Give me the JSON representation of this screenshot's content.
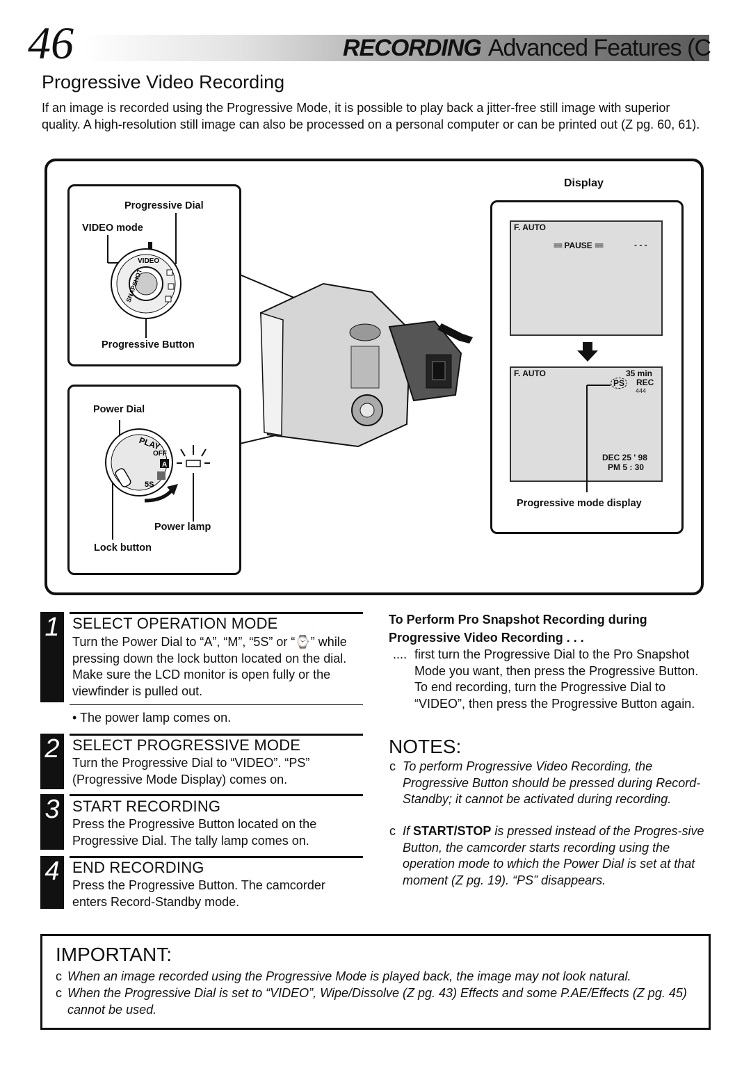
{
  "header": {
    "page_number": "46",
    "title_bold": "RECORDING",
    "title_rest": "Advanced Features (C"
  },
  "section_title": "Progressive Video Recording",
  "intro": "If an image is recorded using the Progressive Mode, it is possible to play back a jitter-free still image with superior quality. A high-resolution still image can also be processed on a personal computer or can be printed out (Z pg. 60, 61).",
  "figure": {
    "progressive_dial_label": "Progressive Dial",
    "video_mode_label": "VIDEO mode",
    "progressive_button_label": "Progressive Button",
    "power_dial_label": "Power Dial",
    "power_lamp_label": "Power lamp",
    "lock_button_label": "Lock button",
    "display_label": "Display",
    "progressive_mode_display_label": "Progressive mode display",
    "dial_text_video": "VIDEO",
    "dial_text_snapshot": "SNAPSHOT",
    "dial_text_play": "PLAY",
    "dial_text_off": "OFF",
    "dial_text_5s": "5S",
    "screen1": {
      "mode": "F. AUTO",
      "status": "PAUSE",
      "dashes": "- - -"
    },
    "screen2": {
      "mode": "F. AUTO",
      "time_left": "35 min",
      "ps": "PS",
      "rec": "REC",
      "counter": "444",
      "date": "DEC 25 ' 98",
      "time": "PM 5 : 30"
    }
  },
  "steps": [
    {
      "num": "1",
      "title": "SELECT OPERATION MODE",
      "body": "Turn the Power Dial to “A”, “M”, “5S” or “⌚” while pressing down the lock button located on the dial. Make sure the LCD monitor is open fully or the viewfinder is pulled out.",
      "bullet": "• The power lamp comes on."
    },
    {
      "num": "2",
      "title": "SELECT PROGRESSIVE MODE",
      "body": "Turn the Progressive Dial to “VIDEO”. “PS” (Progressive Mode Display) comes on."
    },
    {
      "num": "3",
      "title": "START RECORDING",
      "body": "Press the Progressive Button located on the Progressive Dial. The tally lamp comes on."
    },
    {
      "num": "4",
      "title": "END RECORDING",
      "body": "Press the Progressive Button. The camcorder enters Record-Standby mode."
    }
  ],
  "pro_snapshot": {
    "heading": "To Perform Pro Snapshot Recording during Progressive Video Recording . . .",
    "lead": "....",
    "body": "first turn the Progressive Dial to the Pro Snapshot Mode you want, then press the Progressive Button. To end recording, turn the Progressive Dial to “VIDEO”, then press the Progressive Button again."
  },
  "notes": {
    "title": "NOTES:",
    "items": [
      {
        "bullet": "c",
        "text": "To perform Progressive Video Recording, the Progressive Button should be pressed during Record-Standby; it cannot be activated during recording."
      },
      {
        "bullet": "c",
        "pre": "If ",
        "strong": "START/STOP",
        "text": " is pressed instead of the Progres-sive Button, the camcorder starts recording using the operation mode to which the Power Dial is set at that moment (Z pg. 19). “PS” disappears."
      }
    ]
  },
  "important": {
    "title": "IMPORTANT:",
    "items": [
      {
        "bullet": "c",
        "text": "When an image recorded using the Progressive Mode is played back, the image may not look natural."
      },
      {
        "bullet": "c",
        "text": "When the Progressive Dial is set to “VIDEO”, Wipe/Dissolve (Z pg. 43) Effects and some P.AE/Effects (Z pg. 45) cannot be used."
      }
    ]
  }
}
